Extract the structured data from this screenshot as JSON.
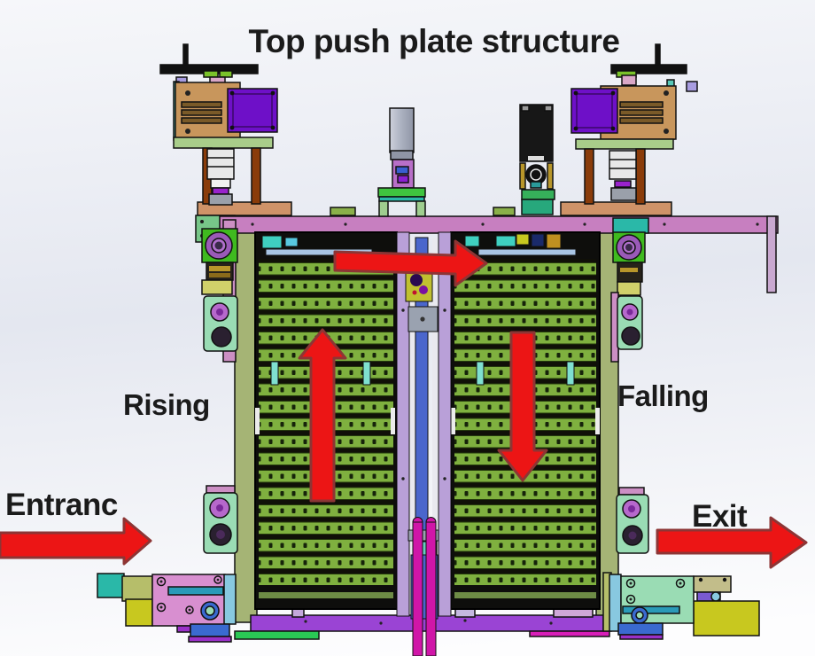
{
  "diagram": {
    "title": "Top push plate structure",
    "annotations": {
      "rising": "Rising",
      "falling": "Falling",
      "entrance": "Entranc",
      "exit": "Exit"
    }
  },
  "icons": {
    "transfer_arrow": "right-arrow",
    "rising_arrow": "up-arrow",
    "falling_arrow": "down-arrow",
    "entrance_arrow": "right-arrow",
    "exit_arrow": "right-arrow"
  },
  "colors": {
    "arrow_red": "#ec1515",
    "arrow_outline": "#8d3535",
    "top_beam_pink": "#c77fc0",
    "bottom_beam_purple": "#9a44d4",
    "column_olive": "#a5b475",
    "slat_green": "#7fb03f",
    "motor_purple": "#6e10c8",
    "gearbox_tan": "#c8965c",
    "bracket_mint": "#9adcb4",
    "rod_magenta": "#d016a8",
    "label_text": "#1b1b1b",
    "background_top": "#f6f7fa",
    "background_mid": "#e4e7f0",
    "background_bottom": "#fdfdfe"
  }
}
